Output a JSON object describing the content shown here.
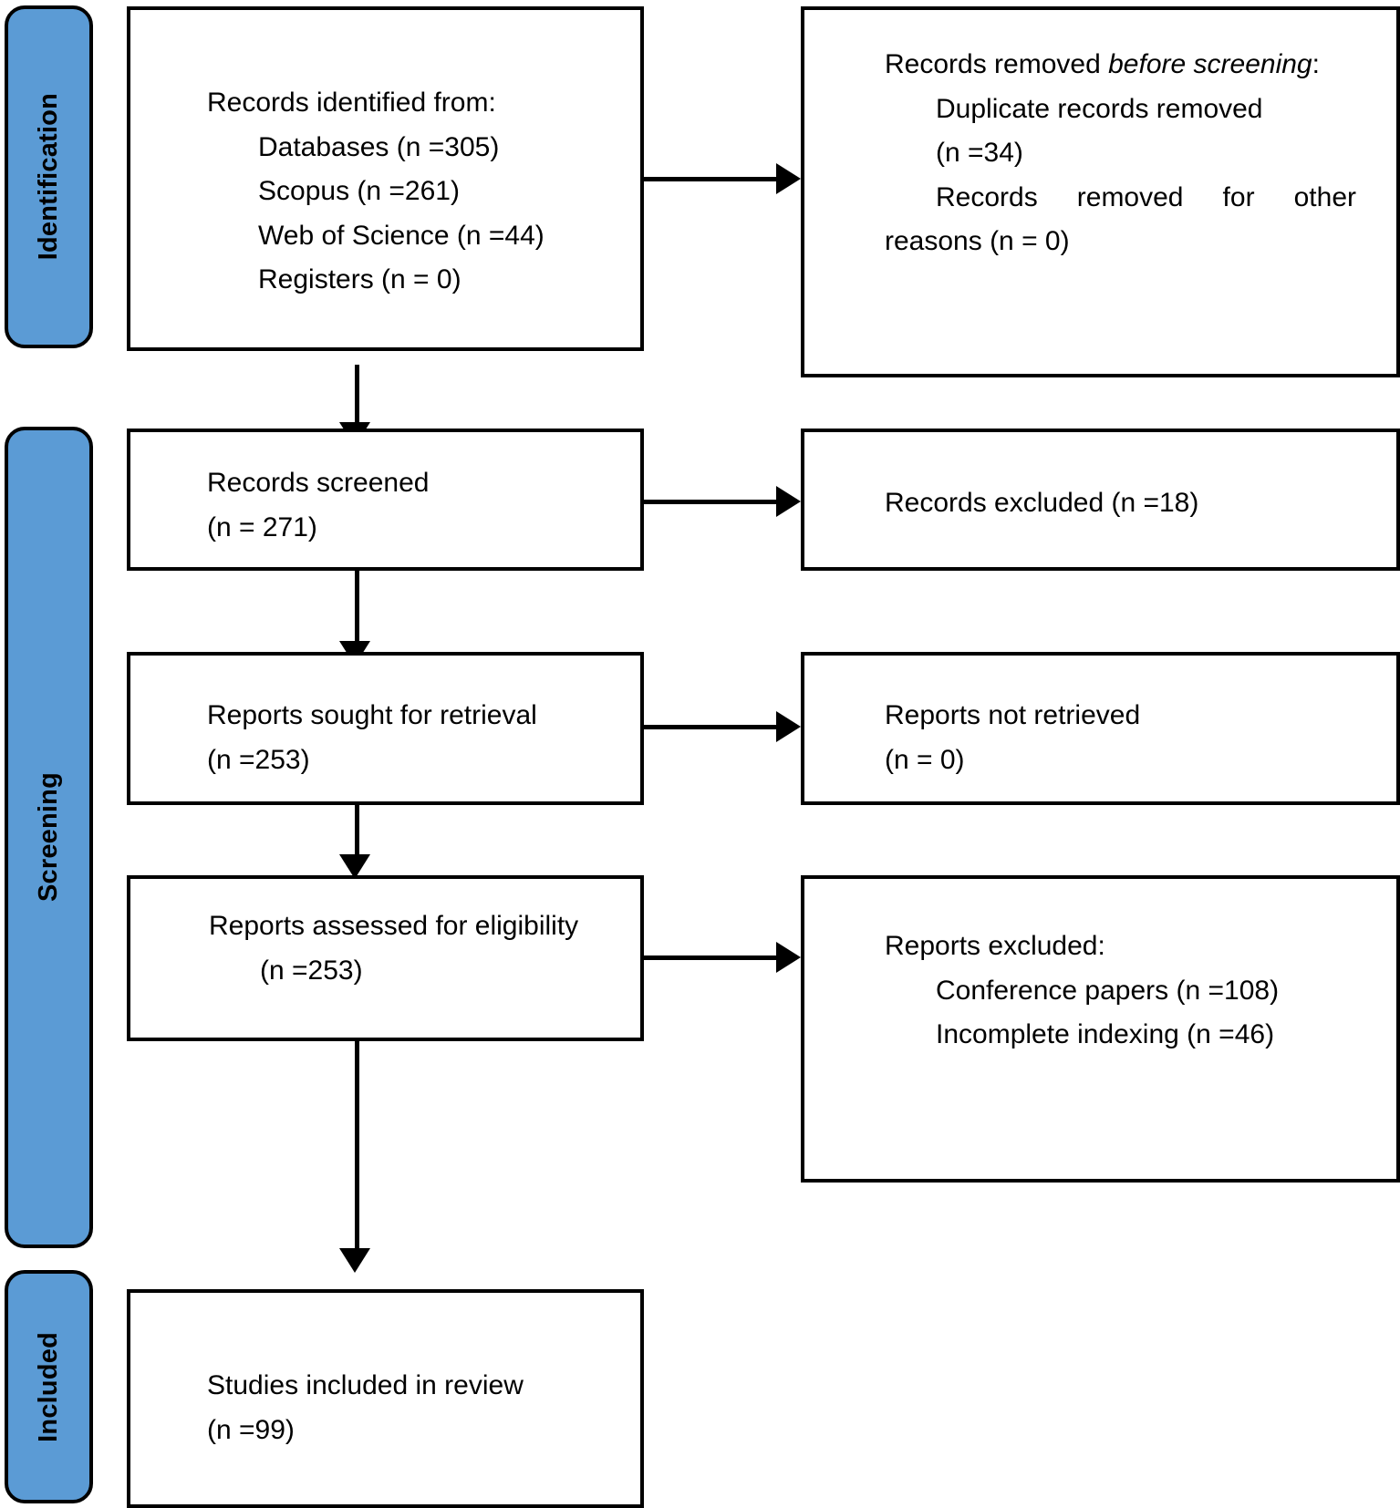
{
  "diagram": {
    "type": "PRISMA flow diagram",
    "accent_color": "#5B9BD5",
    "border_color": "#000000",
    "background": "#ffffff"
  },
  "phases": [
    {
      "id": "identification",
      "label": "Identification"
    },
    {
      "id": "screening",
      "label": "Screening"
    },
    {
      "id": "included",
      "label": "Included"
    }
  ],
  "boxes": {
    "records_identified": {
      "title": "Records identified from:",
      "items": [
        "Databases (n =305)",
        "Scopus (n =261)",
        "Web of Science (n =44)",
        "Registers (n = 0)"
      ]
    },
    "records_removed": {
      "line1_a": "Records removed ",
      "line1_b": "before",
      "line1_c": "screening",
      "line1_d": ":",
      "item1": "Duplicate records removed",
      "item1_n": "(n =34)",
      "item2": "Records removed for other reasons (n = 0)"
    },
    "records_screened": {
      "title": "Records screened",
      "count": "(n = 271)"
    },
    "records_excluded": {
      "title": "Records excluded (n =18)"
    },
    "reports_sought": {
      "title": "Reports sought for retrieval",
      "count": "(n =253)"
    },
    "reports_not_retrieved": {
      "title": "Reports not retrieved",
      "count": "(n = 0)"
    },
    "reports_assessed": {
      "title": "Reports assessed for eligibility",
      "count": "(n =253)"
    },
    "reports_excluded": {
      "title": "Reports excluded:",
      "item1": "Conference papers (n =108)",
      "item2": "Incomplete indexing (n =46)"
    },
    "studies_included": {
      "title": "Studies included in review",
      "count": "(n =99)"
    }
  }
}
